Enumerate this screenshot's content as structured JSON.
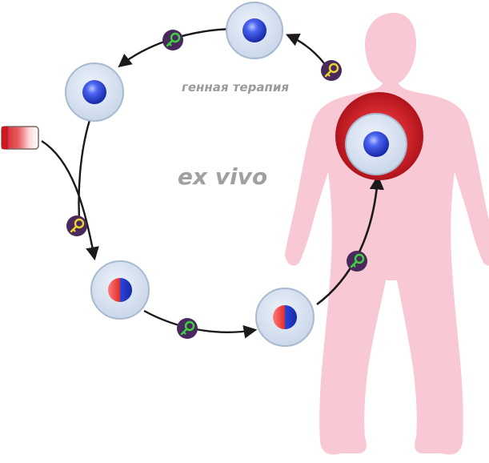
{
  "labels": {
    "gene_therapy": "генная терапия",
    "ex_vivo": "ex vivo"
  },
  "colors": {
    "body": "#f8c9d4",
    "cell_fill": "#dbe6f3",
    "cell_stroke": "#a8bad0",
    "nucleus": "#2b45d8",
    "corrected_nucleus_red": "#e43b3b",
    "organ_red": "#cc1b22",
    "arrow": "#1a1a1a",
    "vector_bg": "#4a2a5c",
    "key_green": "#3fd23f",
    "key_yellow": "#e8d62c",
    "label_gray": "#9a9a9a"
  },
  "icons": {
    "gene_vector": "key-icon",
    "gene_cassette": "dna-cassette-icon",
    "patient": "human-silhouette"
  }
}
